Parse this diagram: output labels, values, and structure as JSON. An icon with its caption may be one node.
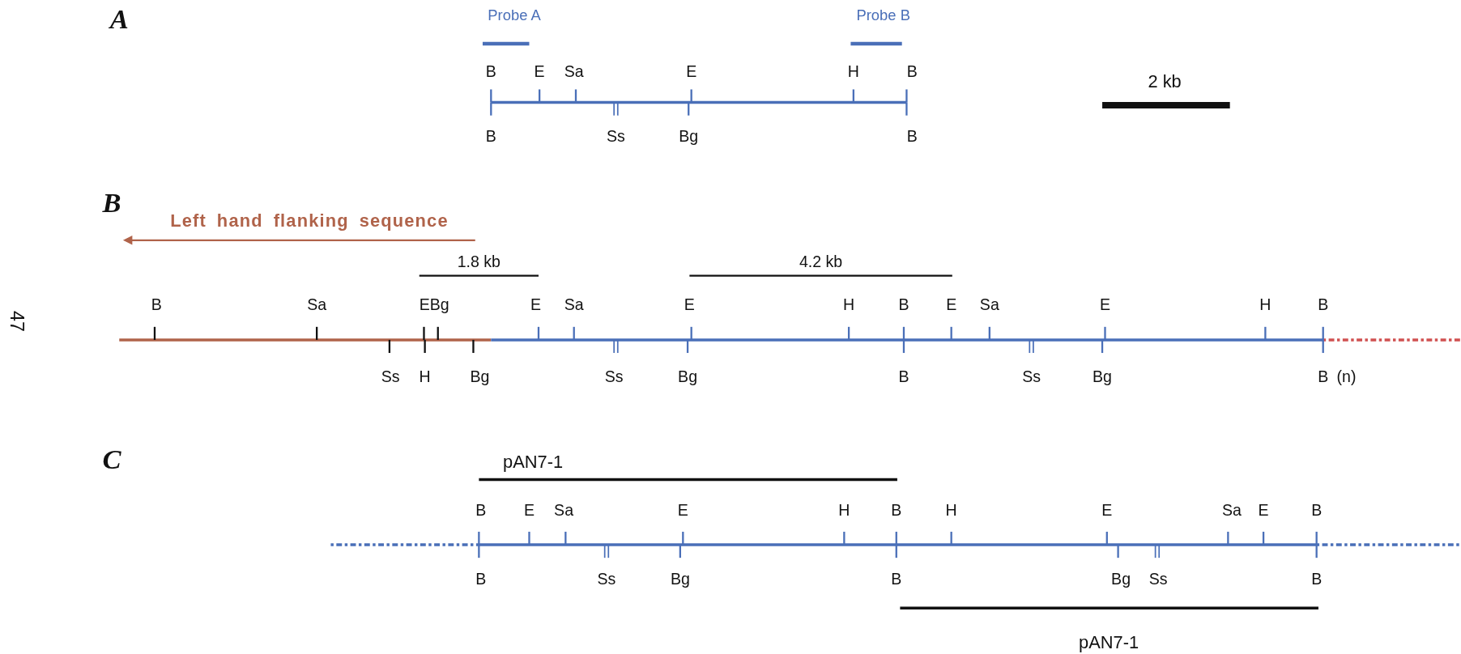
{
  "diagram": {
    "labels": [
      "A",
      "Probe A",
      "Probe B",
      "B",
      "E",
      "Sa",
      "E",
      "H",
      "B",
      "2 kb",
      "B",
      "Ss",
      "Bg",
      "B",
      "B",
      "Left hand flanking sequence",
      "1.8 kb",
      "4.2 kb",
      "B",
      "Sa",
      "EBg",
      "E",
      "Sa",
      "E",
      "H",
      "B",
      "E",
      "Sa",
      "E",
      "H",
      "B",
      "47",
      "Ss",
      "H",
      "Bg",
      "Ss",
      "Bg",
      "B",
      "Ss",
      "Bg",
      "B",
      "(n)",
      "C",
      "pAN7-1",
      "B",
      "E",
      "Sa",
      "E",
      "H",
      "B",
      "H",
      "E",
      "Sa",
      "E",
      "B",
      "B",
      "Ss",
      "Bg",
      "B",
      "Bg",
      "Ss",
      "B",
      "pAN7-1"
    ]
  }
}
